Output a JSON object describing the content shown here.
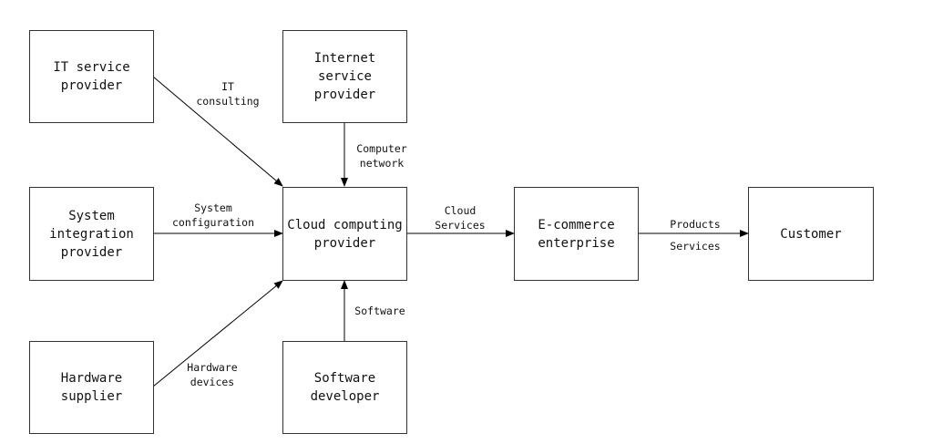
{
  "nodes": {
    "it_service": [
      "IT service",
      "provider"
    ],
    "internet_service": [
      "Internet",
      "service",
      "provider"
    ],
    "system_integration": [
      "System",
      "integration",
      "provider"
    ],
    "cloud_provider": [
      "Cloud computing",
      "provider"
    ],
    "ecommerce": [
      "E-commerce",
      "enterprise"
    ],
    "customer": [
      "Customer"
    ],
    "hardware_supplier": [
      "Hardware",
      "supplier"
    ],
    "software_developer": [
      "Software",
      "developer"
    ]
  },
  "edge_labels": {
    "it_consulting": [
      "IT",
      "consulting"
    ],
    "computer_network": [
      "Computer",
      "network"
    ],
    "system_configuration": [
      "System",
      "configuration"
    ],
    "cloud_services": [
      "Cloud",
      "Services"
    ],
    "products": "Products",
    "services": "Services",
    "software": "Software",
    "hardware_devices": [
      "Hardware",
      "devices"
    ]
  },
  "colors": {
    "line": "#000000",
    "box_border": "#333333",
    "text": "#111111"
  }
}
